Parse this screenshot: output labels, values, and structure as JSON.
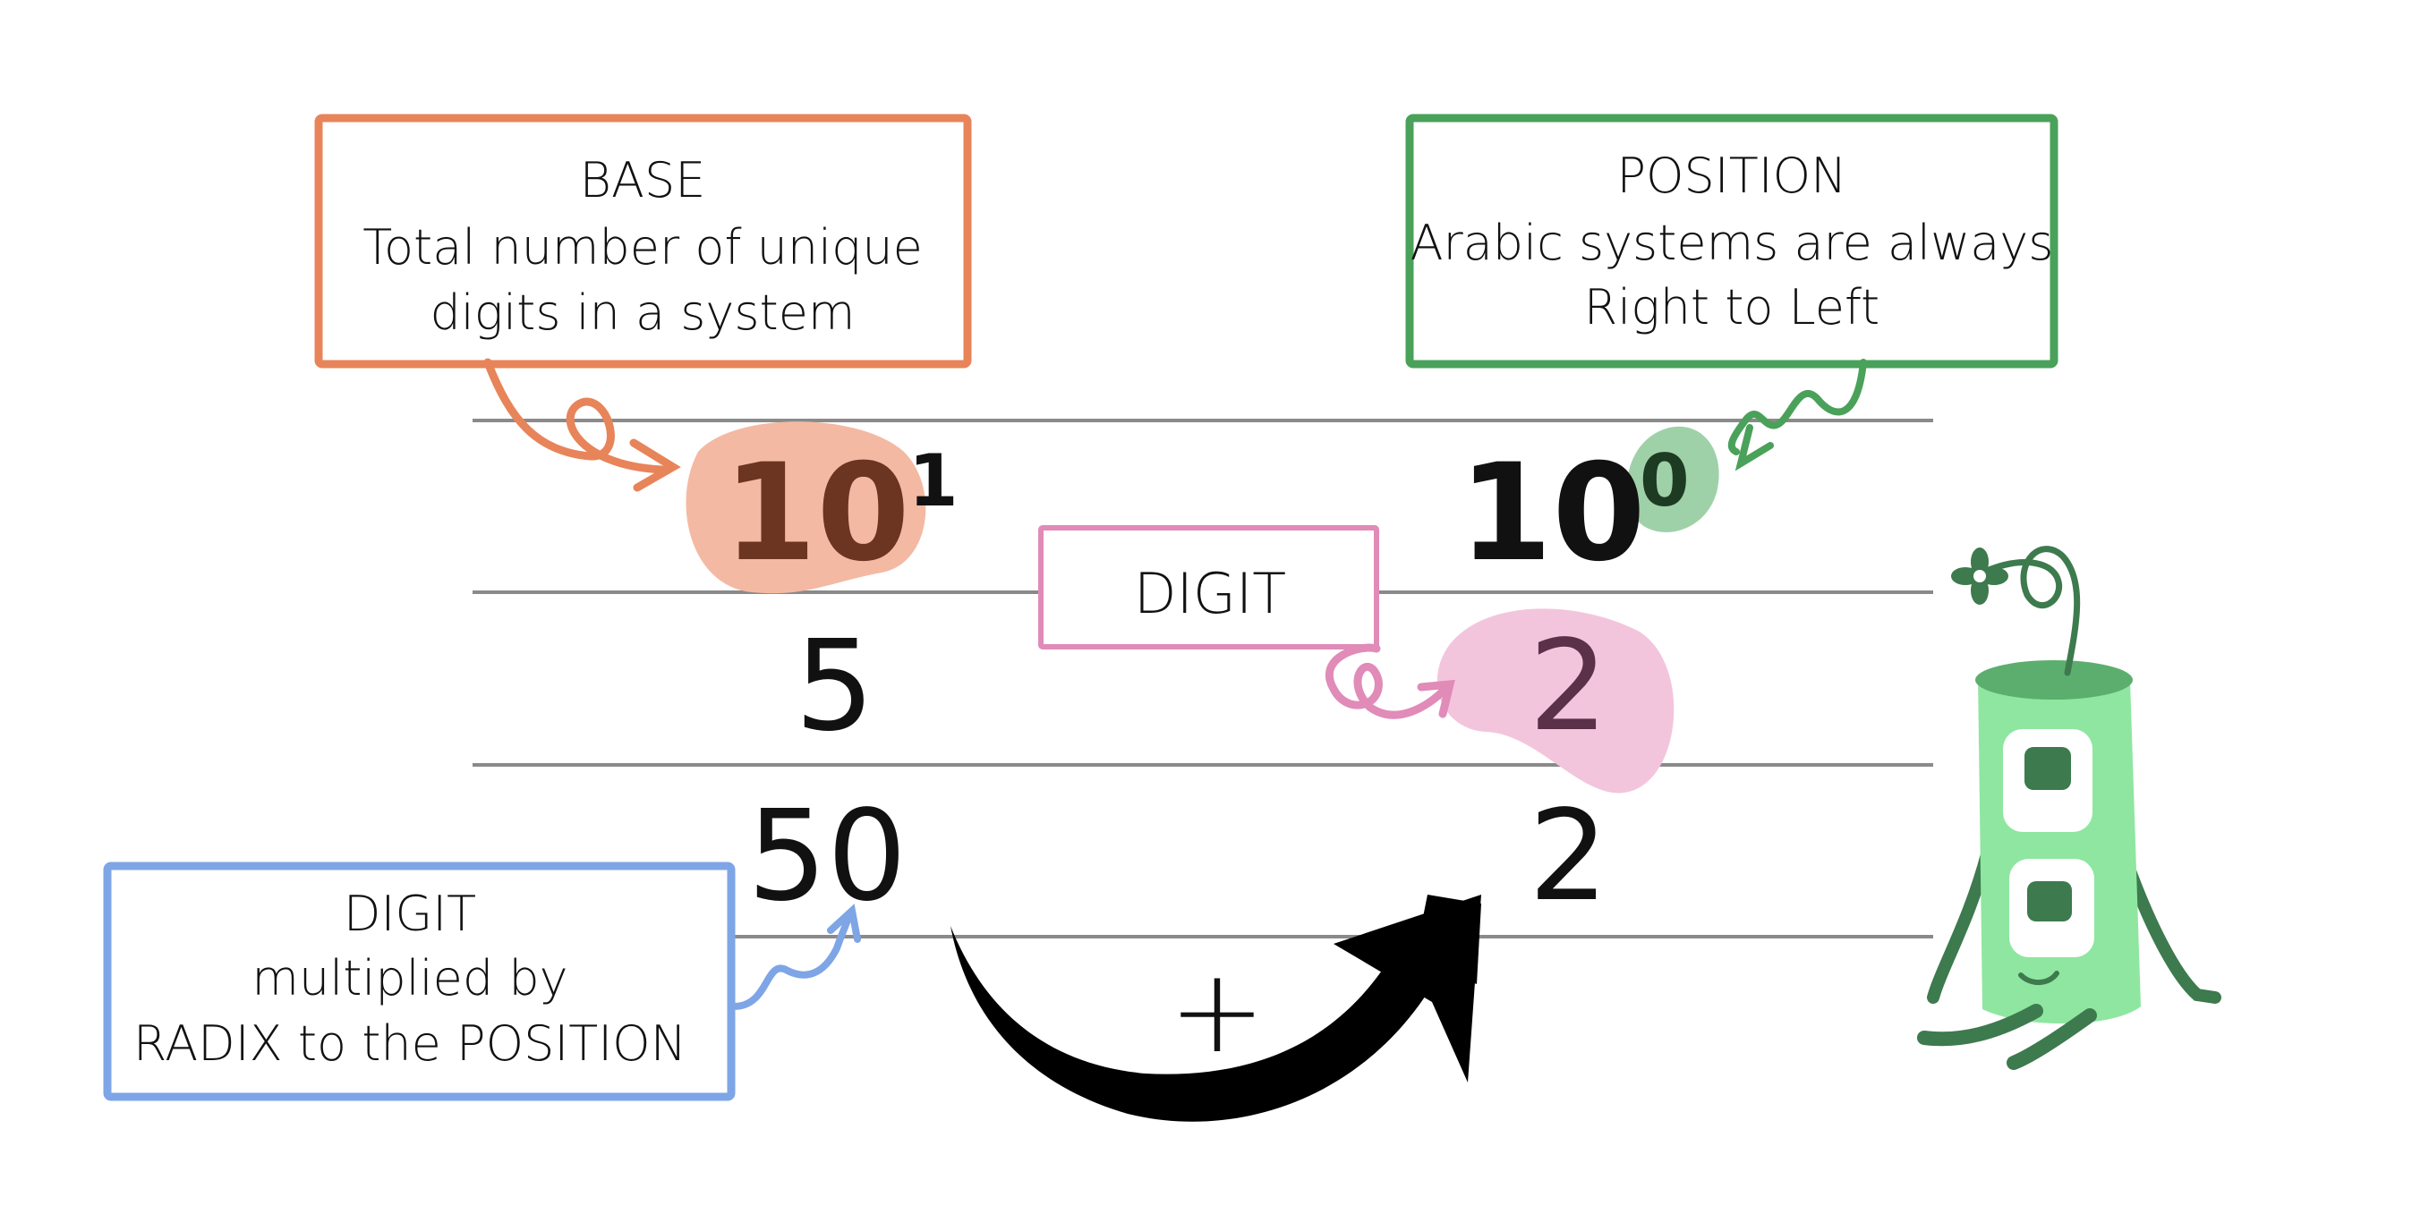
{
  "base_box": {
    "title": "BASE",
    "line1": "Total number of unique",
    "line2": "digits in a system"
  },
  "position_box": {
    "title": "POSITION",
    "line1": "Arabic systems are always",
    "line2": "Right to Left"
  },
  "digit_box": {
    "title": "DIGIT"
  },
  "product_box": {
    "title": "DIGIT",
    "line1": "multiplied by",
    "line2": "RADIX to the POSITION"
  },
  "table": {
    "left": {
      "power_base": "10",
      "power_exp": "1",
      "digit": "5",
      "product": "50"
    },
    "right": {
      "power_base": "10",
      "power_exp": "0",
      "digit": "2",
      "product": "2"
    }
  },
  "operator": "+",
  "colors": {
    "base": "#e8845a",
    "position": "#4aa15a",
    "digit": "#e08bb8",
    "product": "#7ea5e6",
    "rule": "#8a8a8a",
    "ink": "#111111",
    "mascot_body": "#8fe6a0",
    "mascot_dark": "#3d7a4e"
  }
}
